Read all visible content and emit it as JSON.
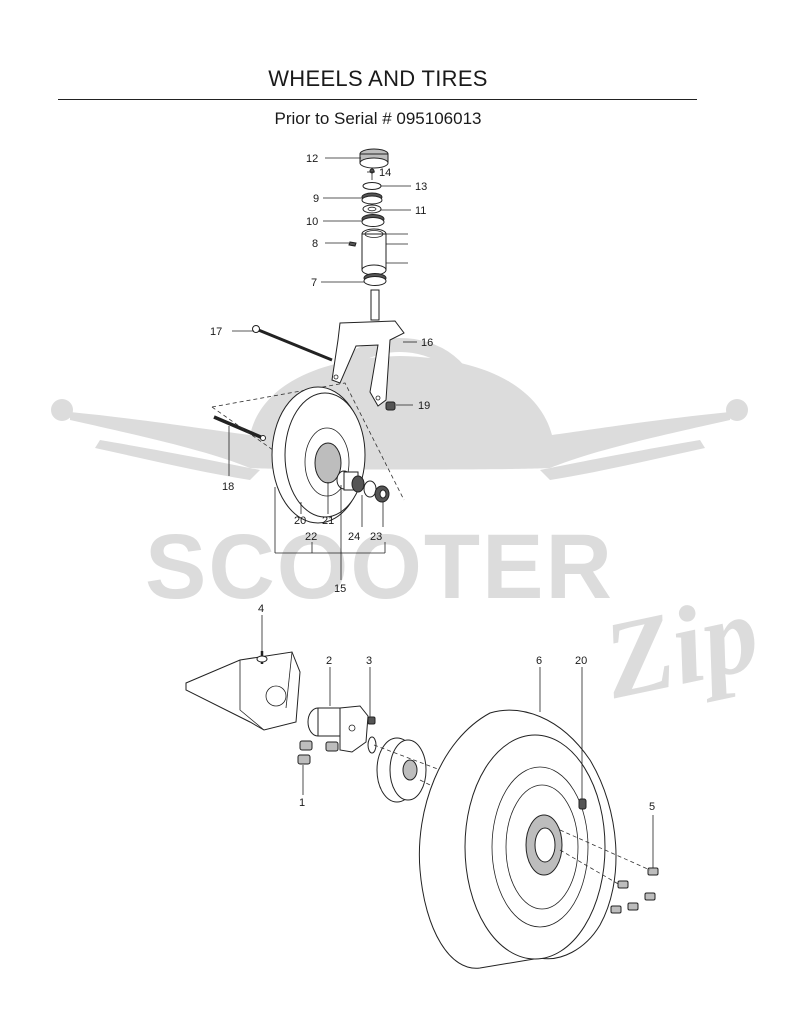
{
  "page": {
    "title": "WHEELS AND TIRES",
    "subtitle": "Prior to Serial # 095106013"
  },
  "watermark": {
    "main": "SCOOTER",
    "script": "Zip"
  },
  "callouts": [
    "1",
    "2",
    "3",
    "4",
    "5",
    "6",
    "7",
    "8",
    "9",
    "10",
    "11",
    "12",
    "13",
    "14",
    "15",
    "16",
    "17",
    "18",
    "19",
    "20",
    "21",
    "22",
    "23",
    "24",
    "20"
  ],
  "colors": {
    "ink": "#1a1a1a",
    "watermark": "#dcdcdc"
  }
}
